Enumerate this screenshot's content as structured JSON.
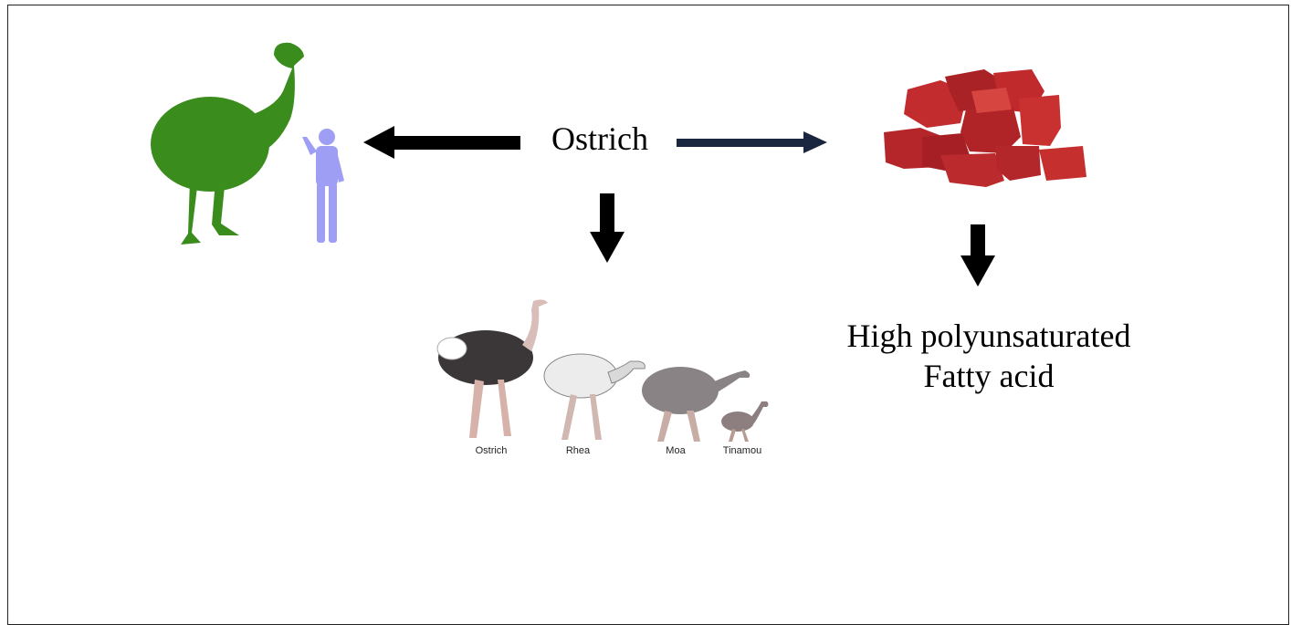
{
  "center": {
    "label": "Ostrich"
  },
  "result": {
    "line1": "High polyunsaturated",
    "line2": "Fatty acid"
  },
  "species": [
    "Ostrich",
    "Rhea",
    "Moa",
    "Tinamou"
  ],
  "colors": {
    "moa_silhouette": "#3a8c1c",
    "human_silhouette": "#9e9ef5",
    "meat": "#b5262b",
    "arrow": "#000000",
    "arrow_right": "#1a2540"
  },
  "icons": [
    "moa-silhouette-icon",
    "human-silhouette-icon",
    "meat-cubes-icon",
    "ratite-birds-icon"
  ]
}
